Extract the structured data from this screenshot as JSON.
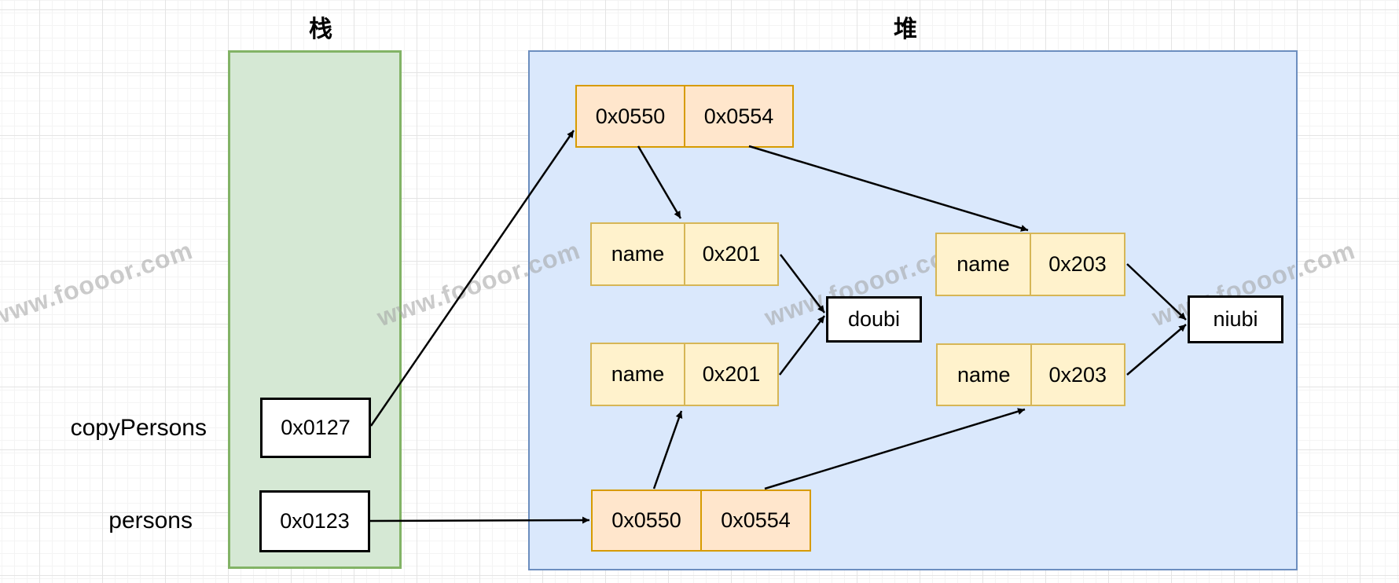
{
  "titles": {
    "stack": "栈",
    "heap": "堆"
  },
  "stack": {
    "variables": [
      {
        "label": "copyPersons",
        "value": "0x0127"
      },
      {
        "label": "persons",
        "value": "0x0123"
      }
    ]
  },
  "heap": {
    "arrays": [
      {
        "name": "copy-array",
        "cells": [
          "0x0550",
          "0x0554"
        ]
      },
      {
        "name": "original-array",
        "cells": [
          "0x0550",
          "0x0554"
        ]
      }
    ],
    "objects": [
      {
        "name": "person-a",
        "cells": [
          "name",
          "0x201"
        ]
      },
      {
        "name": "person-b",
        "cells": [
          "name",
          "0x201"
        ]
      },
      {
        "name": "person-c",
        "cells": [
          "name",
          "0x203"
        ]
      },
      {
        "name": "person-d",
        "cells": [
          "name",
          "0x203"
        ]
      }
    ],
    "strings": [
      {
        "name": "string-doubi",
        "text": "doubi"
      },
      {
        "name": "string-niubi",
        "text": "niubi"
      }
    ]
  },
  "watermark": {
    "text": "www.foooor.com"
  },
  "colors": {
    "stack_fill": "#d5e8d4",
    "stack_border": "#82b366",
    "heap_fill": "#dae8fc",
    "heap_border": "#6c8ebf",
    "array_fill": "#ffe6cc",
    "array_border": "#d79b00",
    "object_fill": "#fff2cc",
    "object_border": "#d6b656",
    "plain_fill": "#ffffff",
    "plain_border": "#000000",
    "arrow": "#000000"
  }
}
